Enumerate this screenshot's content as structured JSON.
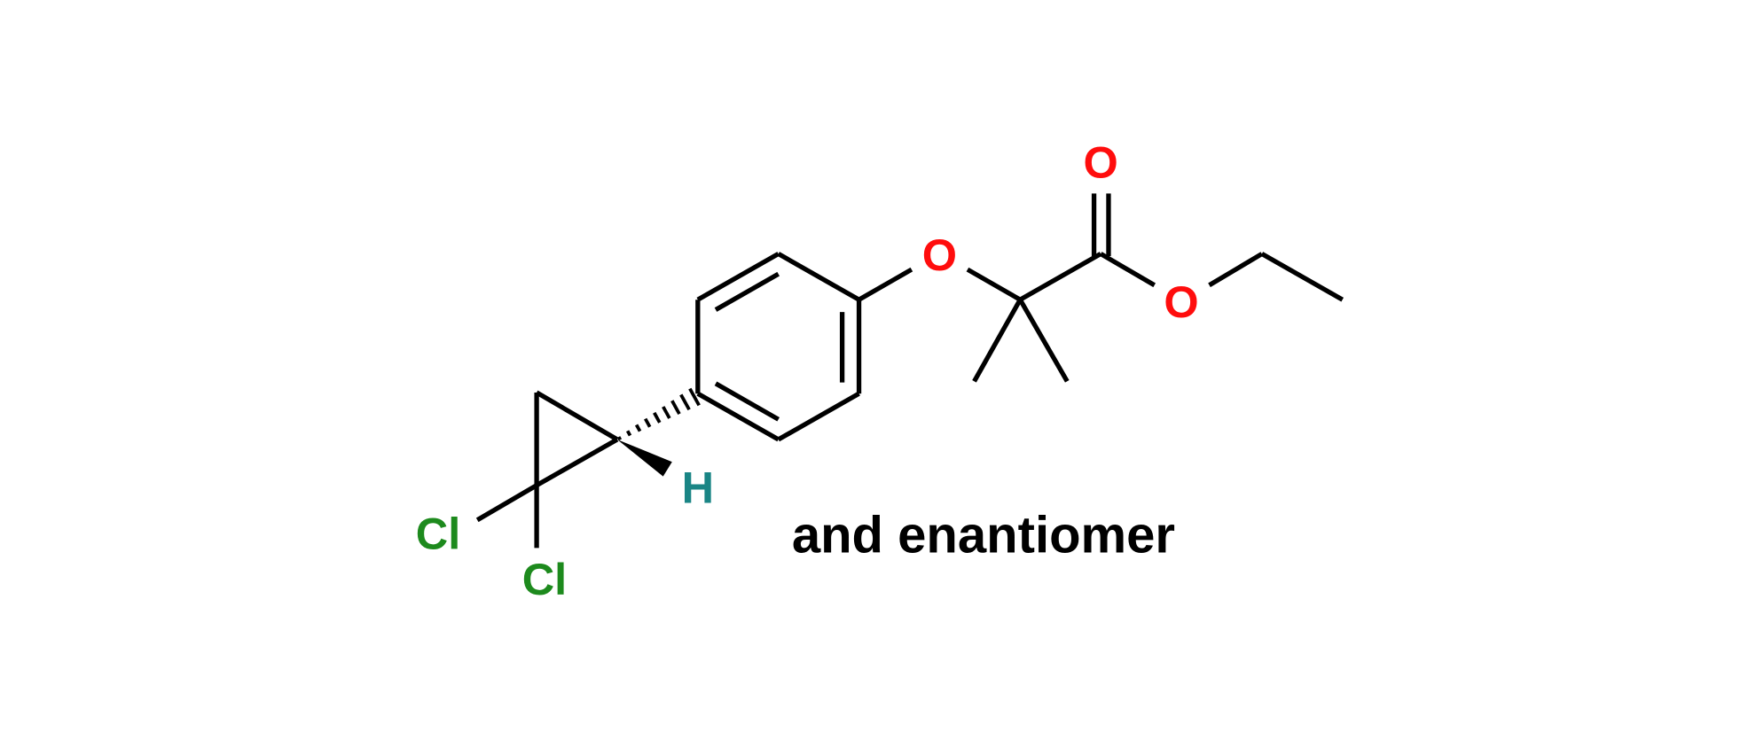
{
  "molecule": {
    "atoms": {
      "ether_oxygen": "O",
      "carbonyl_oxygen": "O",
      "ester_oxygen": "O",
      "chlorine_1": "Cl",
      "chlorine_2": "Cl",
      "hydrogen": "H"
    },
    "caption": "and enantiomer"
  },
  "colors": {
    "oxygen": "#ff0d0d",
    "chlorine": "#1d8a1d",
    "hydrogen": "#1a8585",
    "bond": "#000000"
  }
}
